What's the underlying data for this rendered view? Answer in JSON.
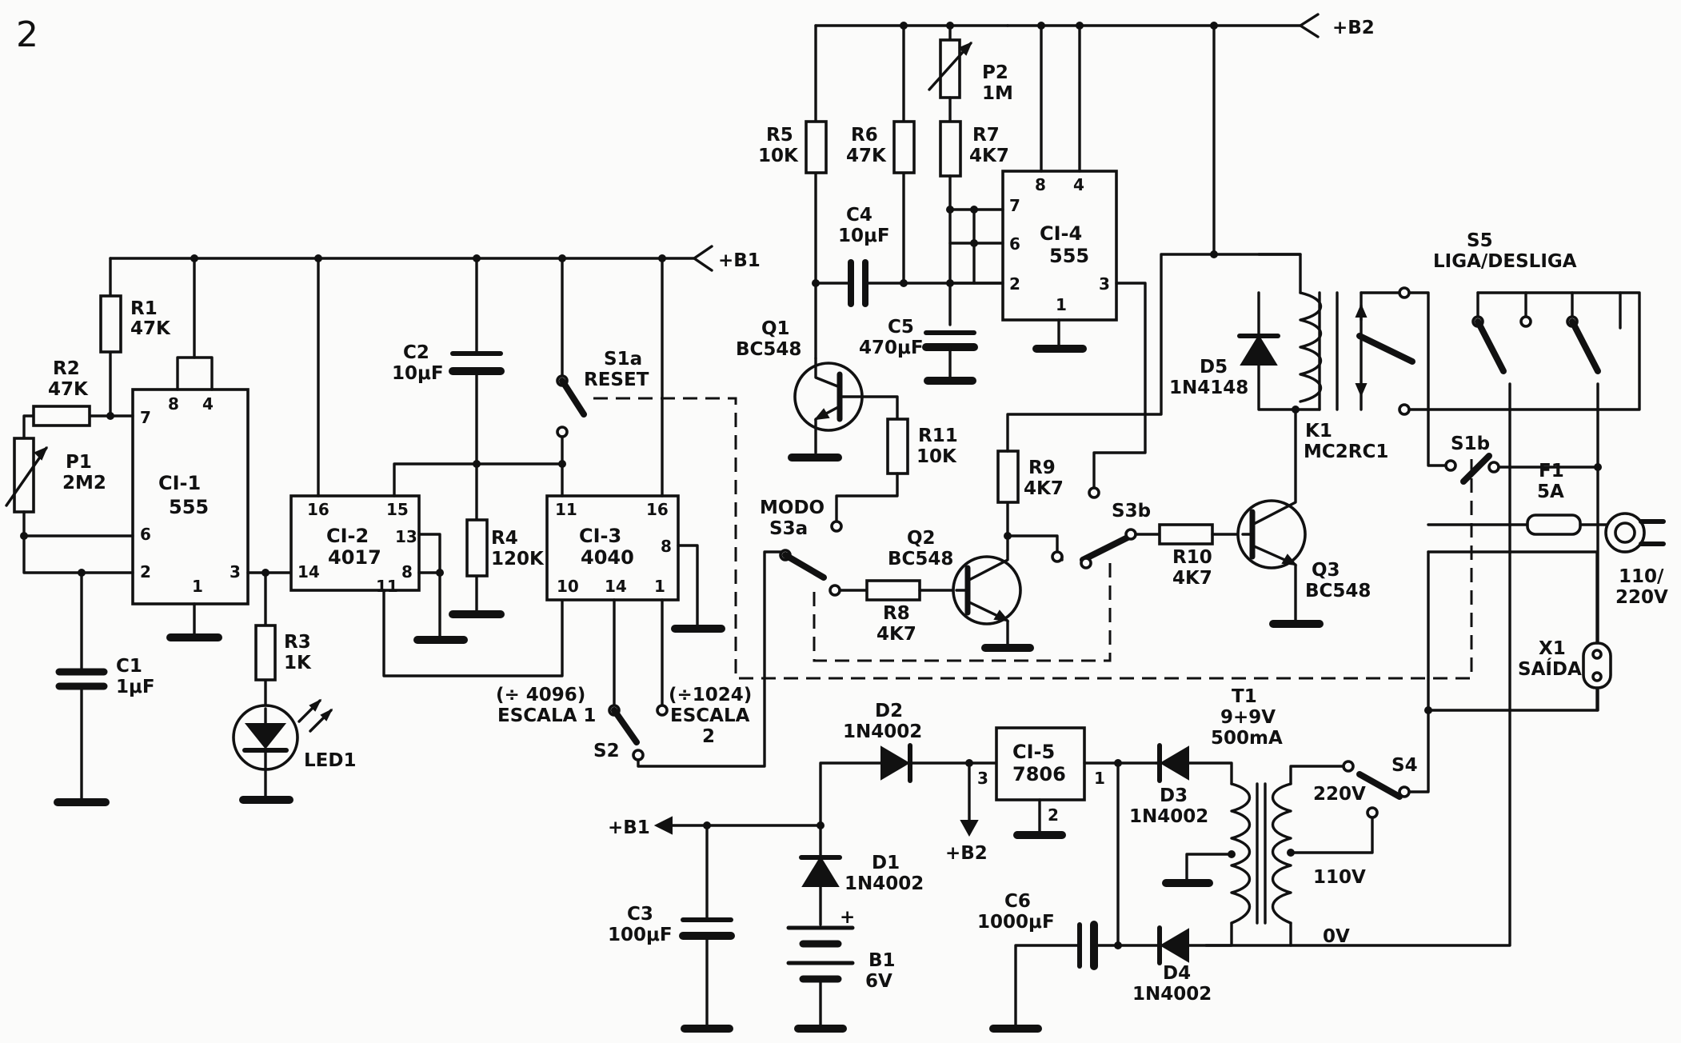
{
  "figure_number": "2",
  "rails": {
    "b1": "+B1",
    "b2": "+B2"
  },
  "ics": {
    "ci1": {
      "name": "CI-1",
      "part": "555",
      "pins": [
        "7",
        "8",
        "4",
        "6",
        "2",
        "1",
        "3"
      ]
    },
    "ci2": {
      "name": "CI-2",
      "part": "4017",
      "pins": [
        "16",
        "15",
        "13",
        "14",
        "8",
        "11"
      ]
    },
    "ci3": {
      "name": "CI-3",
      "part": "4040",
      "pins": [
        "11",
        "16",
        "8",
        "10",
        "14",
        "1"
      ]
    },
    "ci4": {
      "name": "CI-4",
      "part": "555",
      "pins": [
        "8",
        "4",
        "7",
        "6",
        "2",
        "3",
        "1"
      ]
    },
    "ci5": {
      "name": "CI-5",
      "part": "7806",
      "pins": [
        "3",
        "1",
        "2"
      ]
    }
  },
  "resistors": {
    "r1": {
      "ref": "R1",
      "value": "47K"
    },
    "r2": {
      "ref": "R2",
      "value": "47K"
    },
    "r3": {
      "ref": "R3",
      "value": "1K"
    },
    "r4": {
      "ref": "R4",
      "value": "120K"
    },
    "r5": {
      "ref": "R5",
      "value": "10K"
    },
    "r6": {
      "ref": "R6",
      "value": "47K"
    },
    "r7": {
      "ref": "R7",
      "value": "4K7"
    },
    "r8": {
      "ref": "R8",
      "value": "4K7"
    },
    "r9": {
      "ref": "R9",
      "value": "4K7"
    },
    "r10": {
      "ref": "R10",
      "value": "4K7"
    },
    "r11": {
      "ref": "R11",
      "value": "10K"
    }
  },
  "pots": {
    "p1": {
      "ref": "P1",
      "value": "2M2"
    },
    "p2": {
      "ref": "P2",
      "value": "1M"
    }
  },
  "capacitors": {
    "c1": {
      "ref": "C1",
      "value": "1μF"
    },
    "c2": {
      "ref": "C2",
      "value": "10μF"
    },
    "c3": {
      "ref": "C3",
      "value": "100μF"
    },
    "c4": {
      "ref": "C4",
      "value": "10μF"
    },
    "c5": {
      "ref": "C5",
      "value": "470μF"
    },
    "c6": {
      "ref": "C6",
      "value": "1000μF"
    }
  },
  "transistors": {
    "q1": {
      "ref": "Q1",
      "part": "BC548"
    },
    "q2": {
      "ref": "Q2",
      "part": "BC548"
    },
    "q3": {
      "ref": "Q3",
      "part": "BC548"
    }
  },
  "diodes": {
    "d1": {
      "ref": "D1",
      "part": "1N4002"
    },
    "d2": {
      "ref": "D2",
      "part": "1N4002"
    },
    "d3": {
      "ref": "D3",
      "part": "1N4002"
    },
    "d4": {
      "ref": "D4",
      "part": "1N4002"
    },
    "d5": {
      "ref": "D5",
      "part": "1N4148"
    },
    "led1": {
      "ref": "LED1"
    }
  },
  "switches": {
    "s1a": {
      "ref": "S1a",
      "name": "RESET"
    },
    "s1b": {
      "ref": "S1b"
    },
    "s2": {
      "ref": "S2",
      "pos1_div": "(÷ 4096)",
      "pos1": "ESCALA 1",
      "pos2_div": "(÷1024)",
      "pos2a": "ESCALA",
      "pos2b": "2"
    },
    "s3a": {
      "ref": "S3a",
      "name": "MODO"
    },
    "s3b": {
      "ref": "S3b"
    },
    "s4": {
      "ref": "S4",
      "v220": "220V",
      "v110": "110V",
      "v0": "0V"
    },
    "s5": {
      "ref": "S5",
      "name": "LIGA/DESLIGA"
    }
  },
  "relay": {
    "ref": "K1",
    "part": "MC2RC1"
  },
  "transformer": {
    "ref": "T1",
    "rating": "9+9V",
    "current": "500mA"
  },
  "fuse": {
    "ref": "F1",
    "value": "5A"
  },
  "battery": {
    "ref": "B1",
    "value": "6V",
    "polarity": "+"
  },
  "mains": {
    "label_a": "110/",
    "label_b": "220V"
  },
  "outlet": {
    "ref": "X1",
    "name": "SAÍDA"
  }
}
